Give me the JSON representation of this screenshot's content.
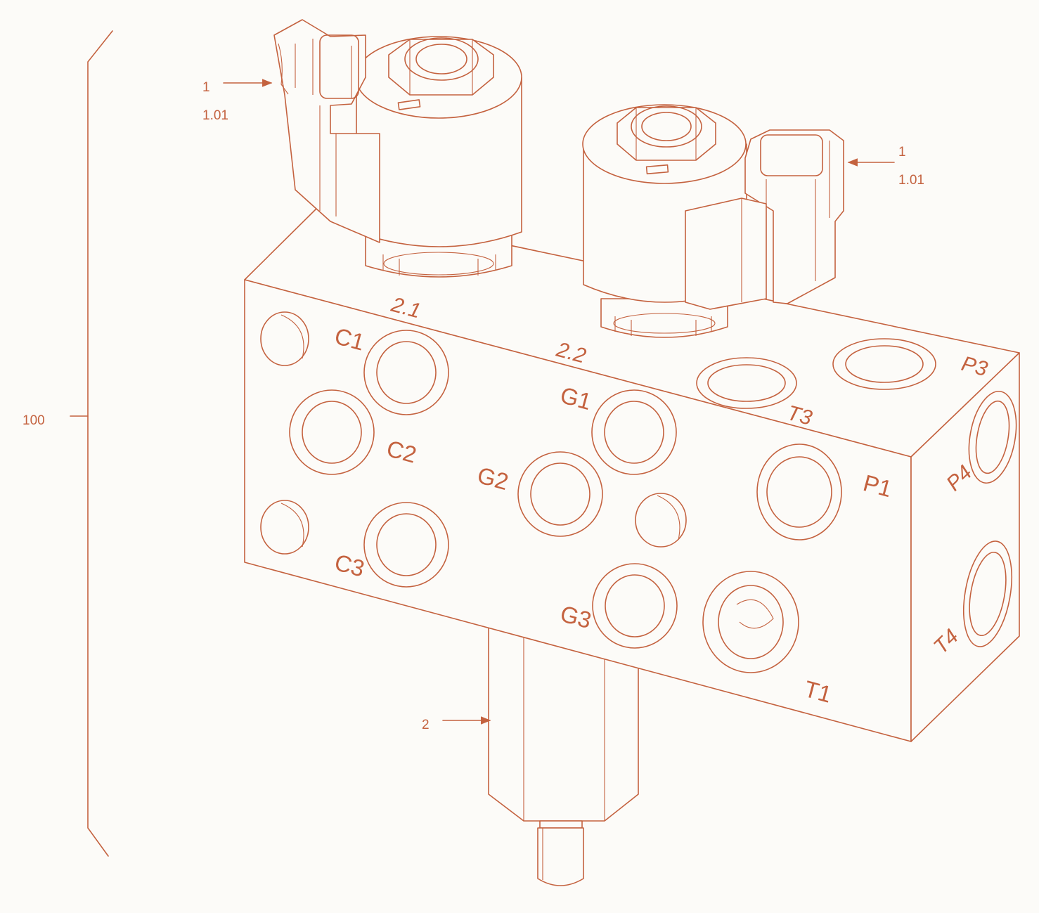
{
  "callouts": {
    "assembly": "100",
    "coil_left_item": "1",
    "coil_left_sub": "1.01",
    "coil_right_item": "1",
    "coil_right_sub": "1.01",
    "cartridge": "2"
  },
  "ports": {
    "C1": "C1",
    "C2": "C2",
    "C3": "C3",
    "G1": "G1",
    "G2": "G2",
    "G3": "G3",
    "P1": "P1",
    "P3": "P3",
    "P4": "P4",
    "T1": "T1",
    "T3": "T3",
    "T4": "T4",
    "valve_2_1": "2.1",
    "valve_2_2": "2.2"
  },
  "colors": {
    "line": "#c4623f",
    "background": "#fcfbf8"
  }
}
